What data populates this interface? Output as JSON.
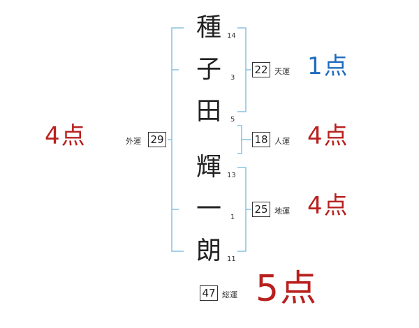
{
  "colors": {
    "bracket": "#8ac0e0",
    "score_red": "#b8201e",
    "score_blue": "#1e6cbf",
    "text": "#222222"
  },
  "name": {
    "characters": [
      {
        "char": "種",
        "strokes": "14"
      },
      {
        "char": "子",
        "strokes": "3"
      },
      {
        "char": "田",
        "strokes": "5"
      },
      {
        "char": "輝",
        "strokes": "13"
      },
      {
        "char": "一",
        "strokes": "1"
      },
      {
        "char": "朗",
        "strokes": "11"
      }
    ]
  },
  "fortunes": {
    "tenkaku": {
      "value": "22",
      "label": "天運",
      "score": "1",
      "unit": "点",
      "color": "#1e6cbf"
    },
    "jinkaku": {
      "value": "18",
      "label": "人運",
      "score": "4",
      "unit": "点",
      "color": "#b8201e"
    },
    "chikaku": {
      "value": "25",
      "label": "地運",
      "score": "4",
      "unit": "点",
      "color": "#b8201e"
    },
    "gaikaku": {
      "value": "29",
      "label": "外運",
      "score": "4",
      "unit": "点",
      "color": "#b8201e"
    },
    "soukaku": {
      "value": "47",
      "label": "総運",
      "score": "5",
      "unit": "点",
      "color": "#b8201e"
    }
  }
}
